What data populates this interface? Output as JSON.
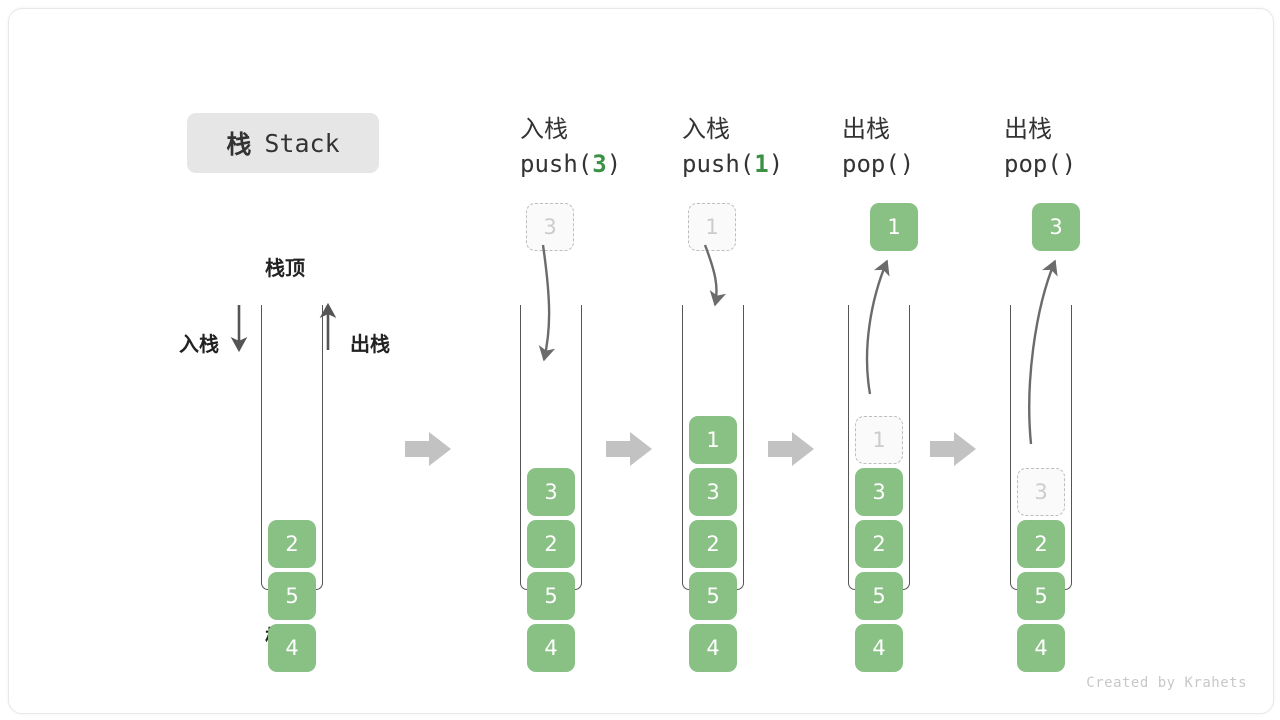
{
  "title": {
    "cn": "栈",
    "en": "Stack"
  },
  "left_stack": {
    "top_label": "栈顶",
    "bottom_label": "栈底",
    "push_label": "入栈",
    "pop_label": "出栈",
    "cells": [
      "2",
      "5",
      "4"
    ]
  },
  "columns": [
    {
      "id": "push-3",
      "op_cn": "入栈",
      "op_fn_prefix": "push(",
      "op_fn_arg": "3",
      "op_fn_suffix": ")",
      "floating": {
        "value": "3",
        "style": "ghost"
      },
      "arrow": "down",
      "cells": [
        "3",
        "2",
        "5",
        "4"
      ],
      "ghost_top": null
    },
    {
      "id": "push-1",
      "op_cn": "入栈",
      "op_fn_prefix": "push(",
      "op_fn_arg": "1",
      "op_fn_suffix": ")",
      "floating": {
        "value": "1",
        "style": "ghost"
      },
      "arrow": "down",
      "cells": [
        "1",
        "3",
        "2",
        "5",
        "4"
      ],
      "ghost_top": null
    },
    {
      "id": "pop-1",
      "op_cn": "出栈",
      "op_fn_prefix": "pop(",
      "op_fn_arg": "",
      "op_fn_suffix": ")",
      "floating": {
        "value": "1",
        "style": "solid"
      },
      "arrow": "up",
      "cells": [
        "3",
        "2",
        "5",
        "4"
      ],
      "ghost_top": "1"
    },
    {
      "id": "pop-3",
      "op_cn": "出栈",
      "op_fn_prefix": "pop(",
      "op_fn_arg": "",
      "op_fn_suffix": ")",
      "floating": {
        "value": "3",
        "style": "solid"
      },
      "arrow": "up",
      "cells": [
        "2",
        "5",
        "4"
      ],
      "ghost_top": "3"
    }
  ],
  "flow_arrows": 4,
  "footer": "Created by Krahets",
  "colors": {
    "cell_green": "#89c185",
    "accent_green": "#3a9144",
    "ghost_fill": "#fafafa",
    "ghost_border": "#bdbdbd",
    "wall": "#555555",
    "flow_arrow": "#c2c2c2",
    "badge_bg": "#e6e6e6",
    "text": "#333333",
    "footer_text": "#c8c8c8"
  }
}
